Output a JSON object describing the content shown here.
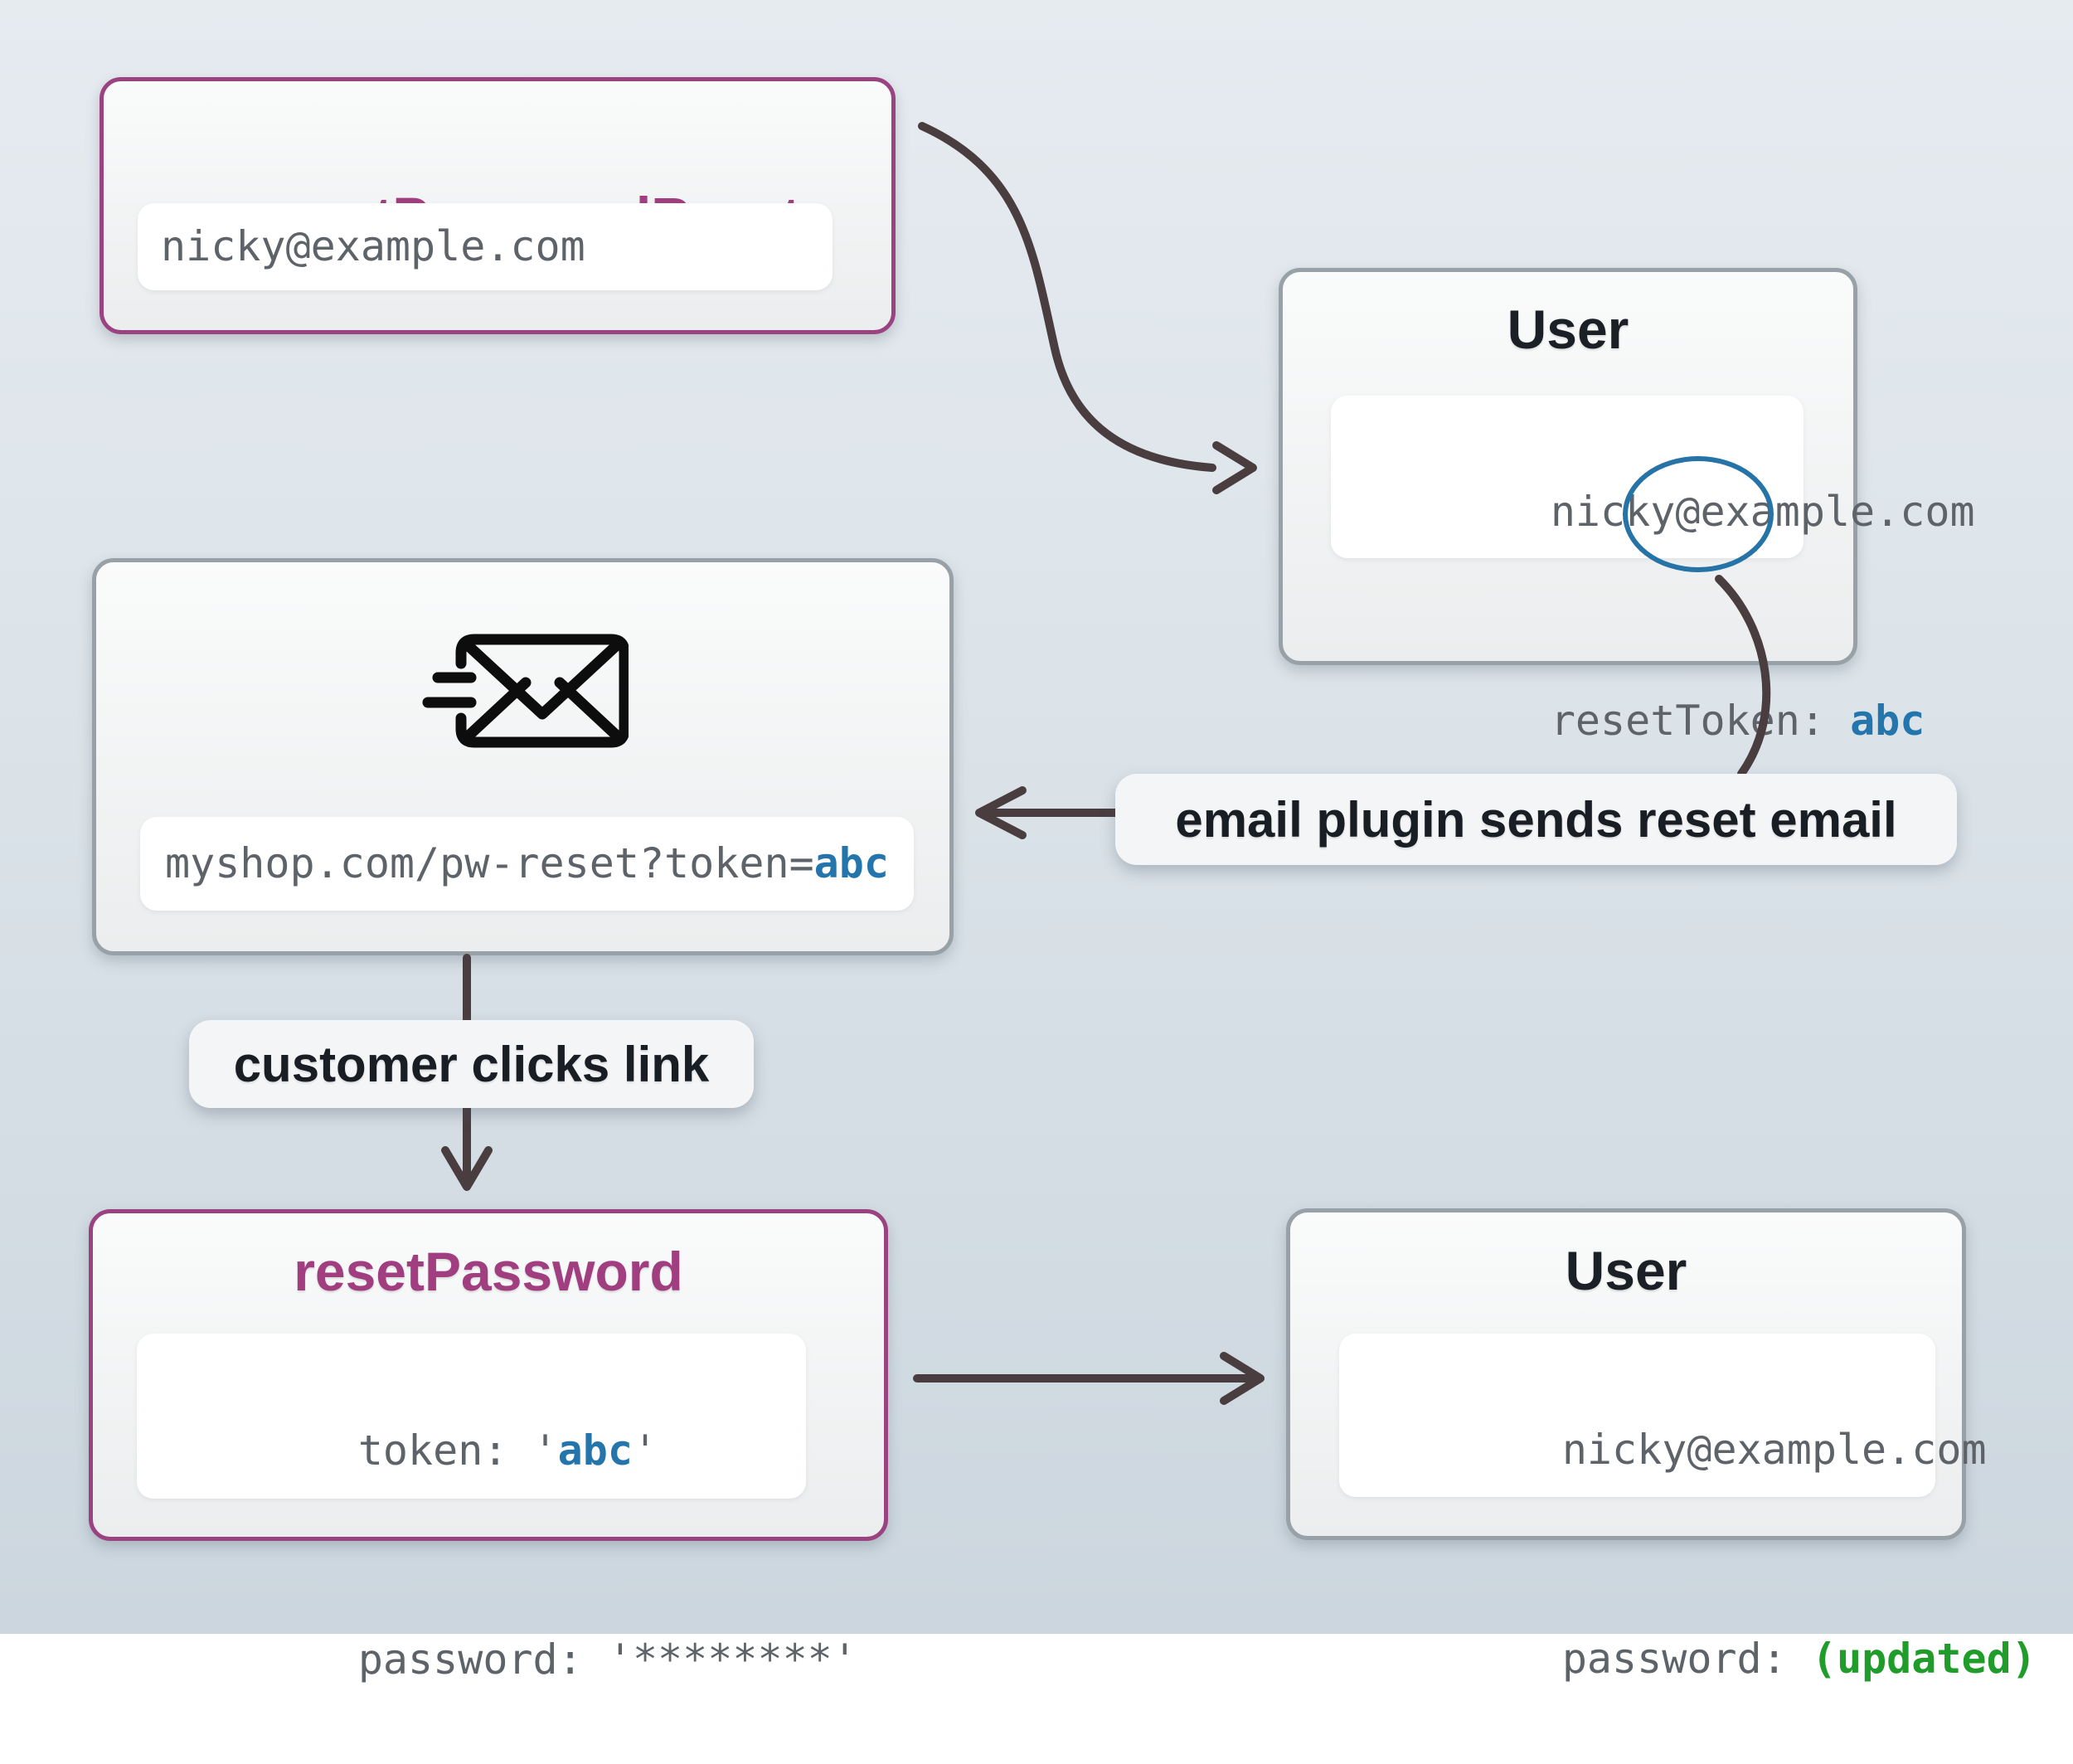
{
  "colors": {
    "purple_accent": "#9a4380",
    "gray_border": "#98a1a7",
    "arrow": "#4a3d3f",
    "token_blue": "#2575ad",
    "updated_green": "#1f9c2a",
    "circle_blue": "#2673a8"
  },
  "cards": {
    "request_password_reset": {
      "title": "requestPasswordReset",
      "email": "nicky@example.com"
    },
    "user_top": {
      "title": "User",
      "email": "nicky@example.com",
      "token_label": "resetToken: ",
      "token_value": "abc"
    },
    "email_sender": {
      "icon": "mail-fast-icon",
      "url_prefix": "myshop.com/pw-reset?token=",
      "url_token": "abc"
    },
    "reset_password": {
      "title": "resetPassword",
      "token_prefix": "token: '",
      "token_value": "abc",
      "token_suffix": "'",
      "password_line": "password: '********'"
    },
    "user_bottom": {
      "title": "User",
      "email": "nicky@example.com",
      "password_label": "password: ",
      "password_value": "(updated)"
    }
  },
  "labels": {
    "email_plugin": "email plugin sends reset email",
    "customer_clicks": "customer clicks link"
  }
}
